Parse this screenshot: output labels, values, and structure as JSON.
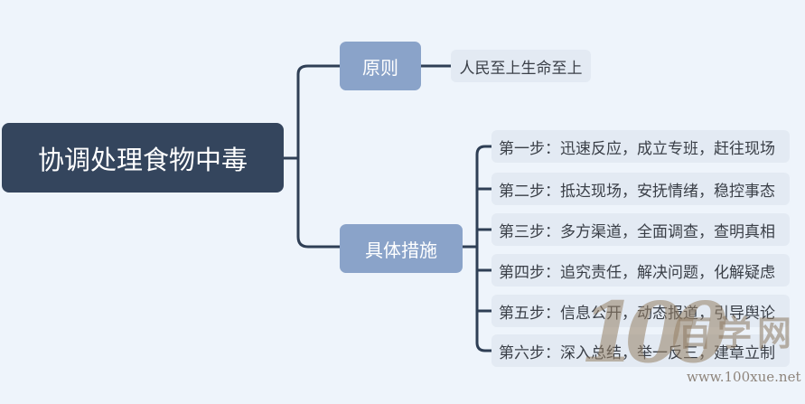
{
  "mindmap": {
    "root": "协调处理食物中毒",
    "branches": [
      {
        "label": "原则",
        "children": [
          "人民至上生命至上"
        ]
      },
      {
        "label": "具体措施",
        "children": [
          "第一步：迅速反应，成立专班，赶往现场",
          "第二步：抵达现场，安抚情绪，稳控事态",
          "第三步：多方渠道，全面调查，查明真相",
          "第四步：追究责任，解决问题，化解疑虑",
          "第五步：信息公开，动态报道，引导舆论",
          "第六步：深入总结，举一反三，建章立制"
        ]
      }
    ]
  },
  "watermark": {
    "digits": "100",
    "name": "百学网",
    "url": "www.100xue.net"
  },
  "colors": {
    "background": "#eef4fb",
    "root_fill": "#34455d",
    "branch_fill": "#8aa3c9",
    "leaf_fill": "#e3eaf3",
    "connector": "#2f3f55"
  }
}
